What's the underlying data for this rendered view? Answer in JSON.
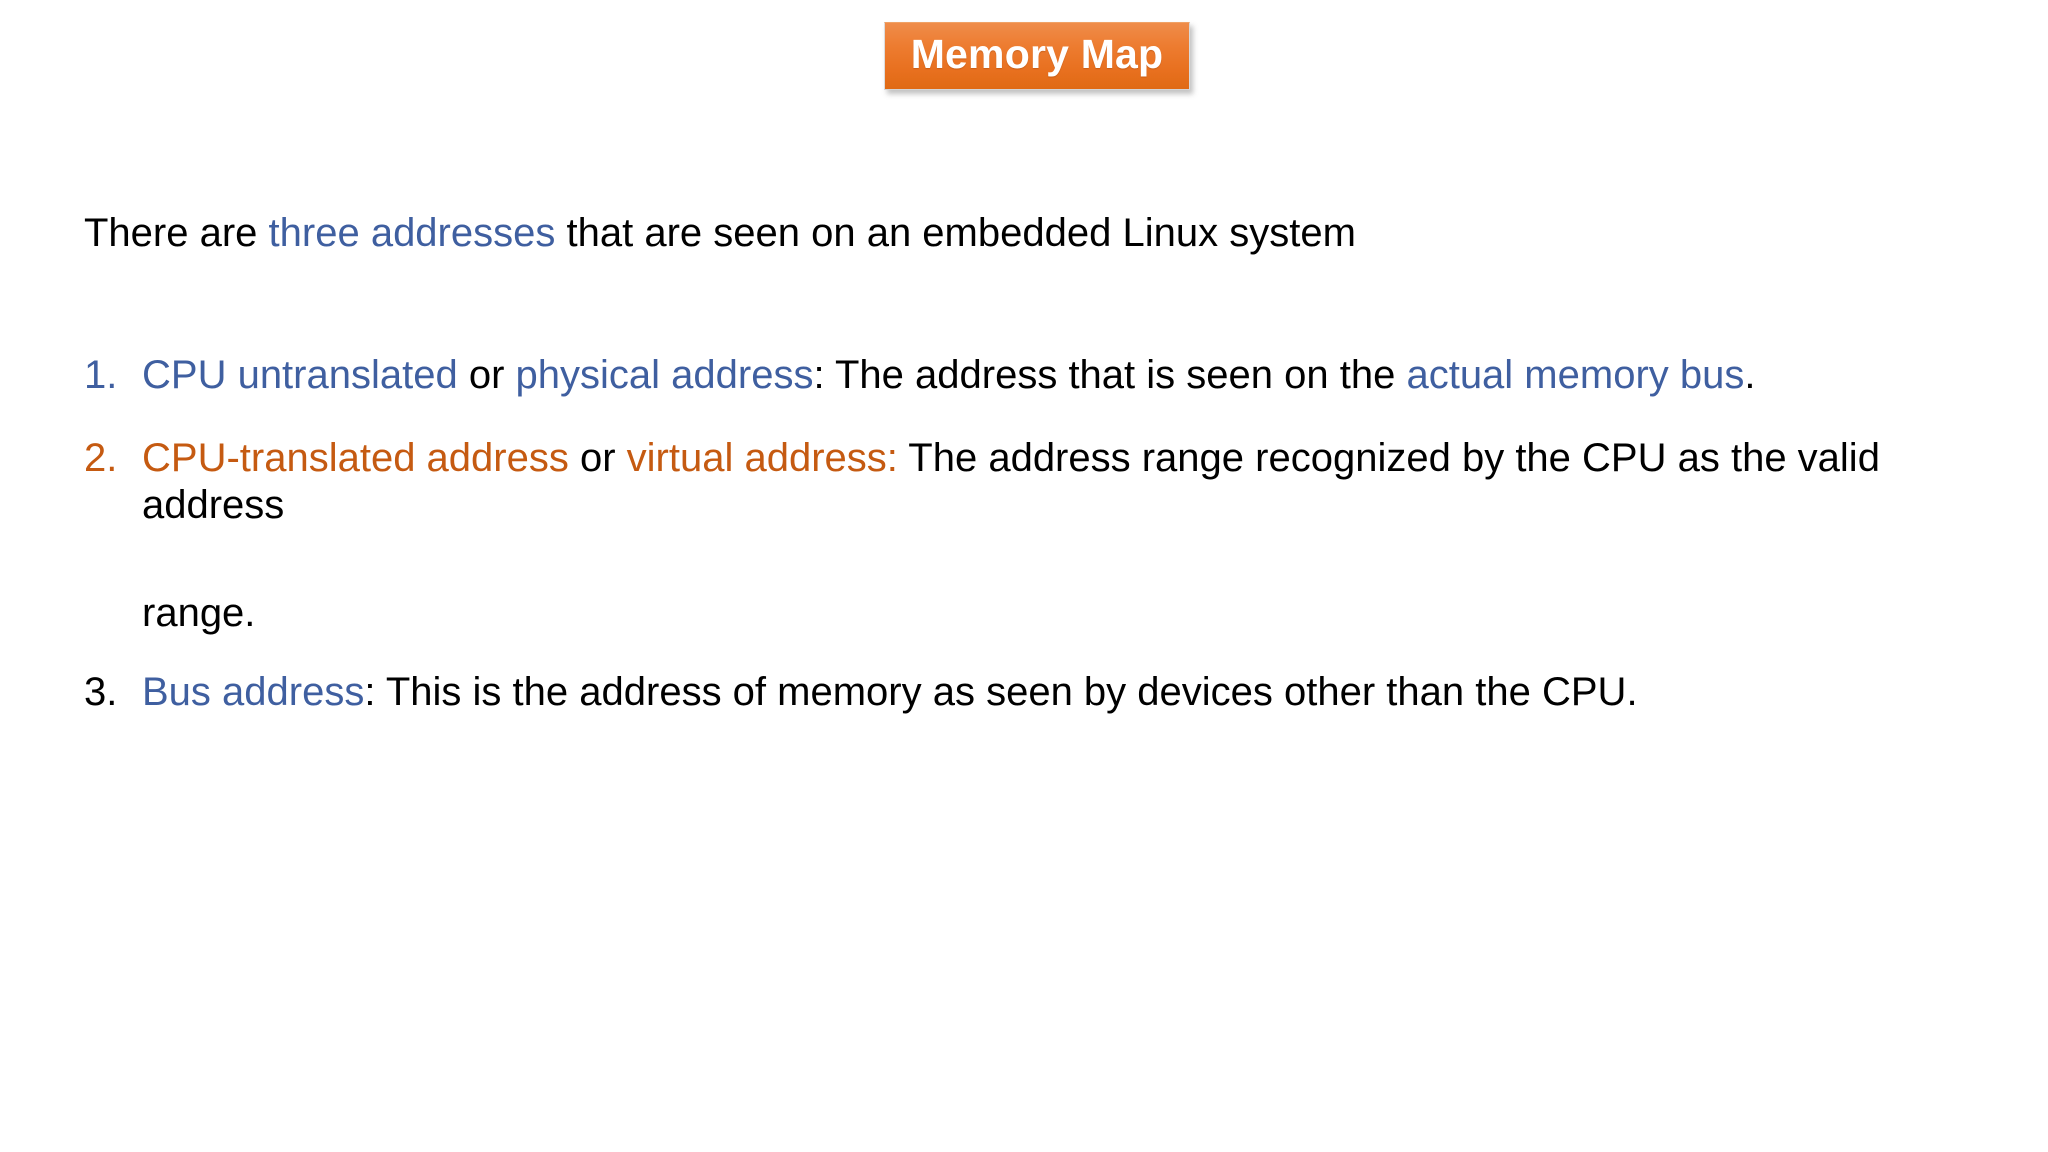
{
  "slide": {
    "title": "Memory Map",
    "title_badge_color": "#e8701f",
    "accent_blue": "#3f5fa0",
    "accent_orange": "#c55a11",
    "background": "#ffffff"
  },
  "intro": {
    "part_1": "There are ",
    "highlight": "three addresses",
    "part_2": " that are seen on an embedded Linux system"
  },
  "list": [
    {
      "marker": "1.",
      "marker_color": "#3f5fa0",
      "term_1": "CPU untranslated",
      "conjunction": " or ",
      "term_2": "physical address",
      "separator": ": ",
      "body_1": "The address that is seen on the ",
      "emphasis": "actual memory bus",
      "body_2": "."
    },
    {
      "marker": "2.",
      "marker_color": "#c55a11",
      "term_1": "CPU-translated address",
      "conjunction": " or ",
      "term_2": "virtual address:",
      "separator": " ",
      "body_1": "The address range recognized by the CPU as the valid address",
      "wrapped_line": "range."
    },
    {
      "marker": "3.",
      "marker_color": "#000000",
      "term_1": "Bus address",
      "separator": ": ",
      "body_1": "This is the address of memory as seen by devices other than the CPU."
    }
  ]
}
